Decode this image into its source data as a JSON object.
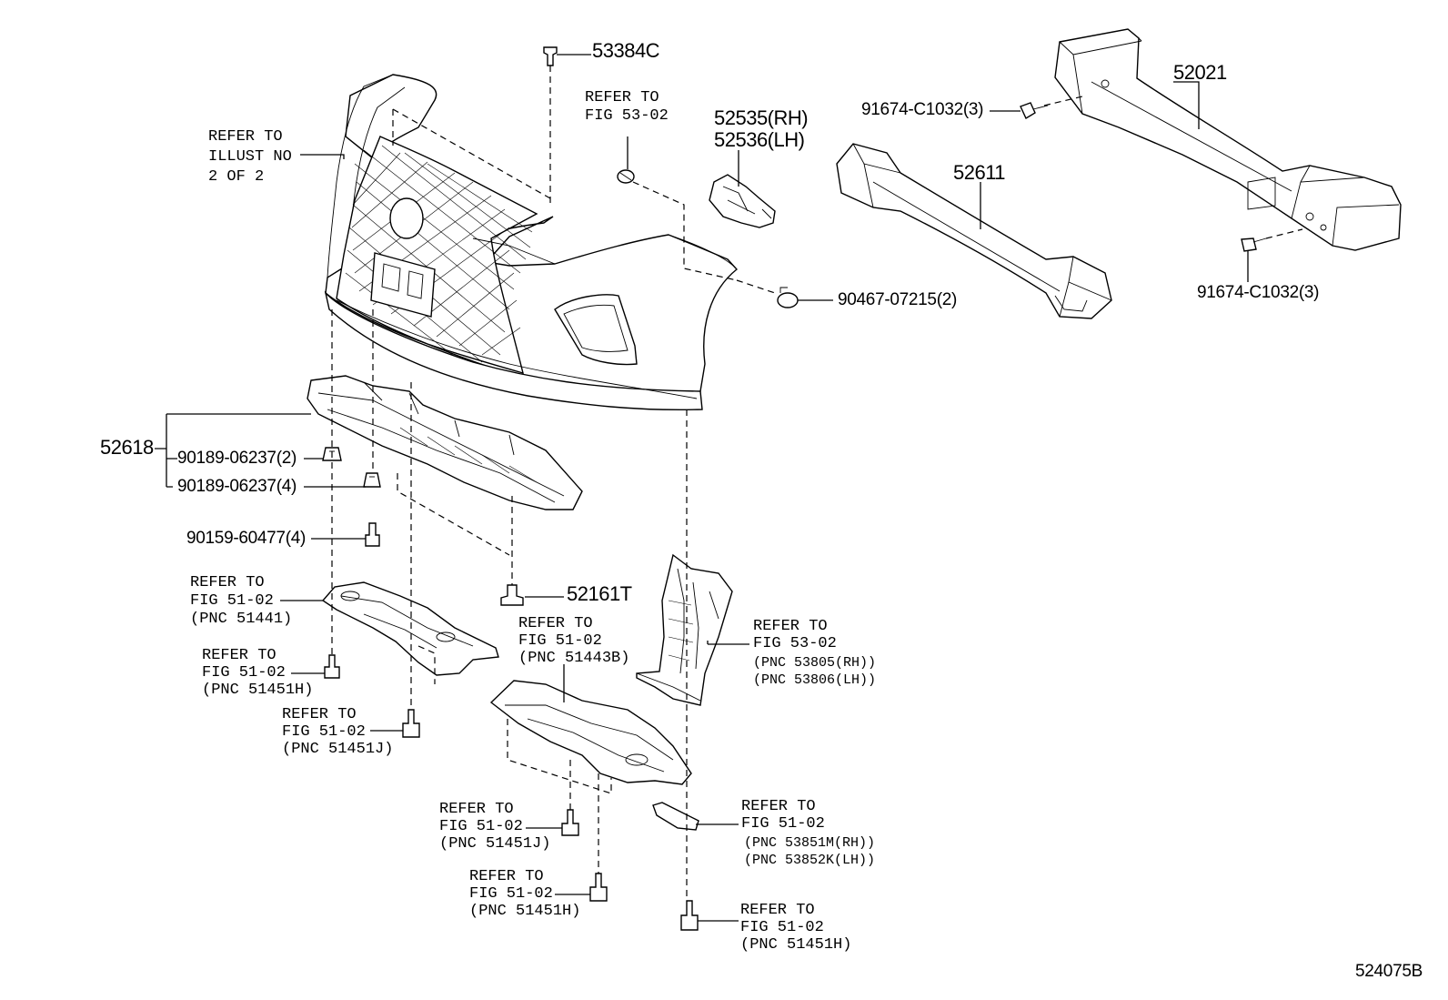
{
  "diagram_id": "524075B",
  "labels": {
    "refer_illust": "REFER TO\nILLUST NO\n2 OF 2",
    "p53384c": "53384C",
    "refer_53_02_top": "REFER TO\nFIG 53-02",
    "p52535": "52535(RH)\n52536(LH)",
    "p52021": "52021",
    "p91674_top": "91674-C1032(3)",
    "p52611": "52611",
    "p91674_bottom": "91674-C1032(3)",
    "p90467": "90467-07215(2)",
    "p52618": "52618",
    "p90189_a": "90189-06237(2)",
    "p90189_b": "90189-06237(4)",
    "p90159": "90159-60477(4)",
    "p52161t": "52161T",
    "refer_51441": "REFER TO\nFIG 51-02\n(PNC 51441)",
    "refer_51443b": "REFER TO\nFIG 51-02\n(PNC 51443B)",
    "refer_53805": "REFER TO\nFIG 53-02",
    "pnc_53805": "(PNC 53805(RH))\n(PNC 53806(LH))",
    "refer_51451h_left": "REFER TO\nFIG 51-02\n(PNC 51451H)",
    "refer_51451j_left": "REFER TO\nFIG 51-02\n(PNC 51451J)",
    "refer_53851": "REFER TO\nFIG 51-02",
    "pnc_53851": "(PNC 53851M(RH))\n(PNC 53852K(LH))",
    "refer_51451j_mid": "REFER TO\nFIG 51-02\n(PNC 51451J)",
    "refer_51451h_mid": "REFER TO\nFIG 51-02\n(PNC 51451H)",
    "refer_51451h_right": "REFER TO\nFIG 51-02\n(PNC 51451H)"
  }
}
